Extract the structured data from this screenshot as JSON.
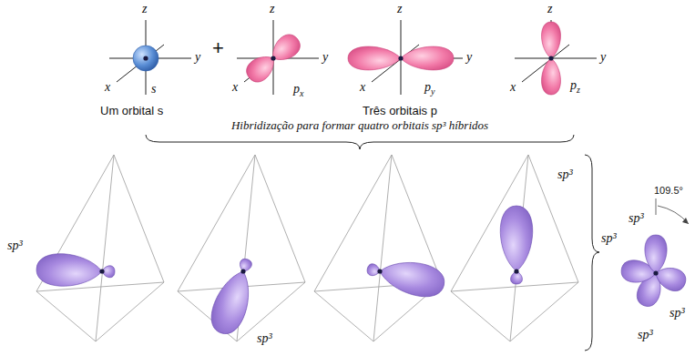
{
  "diagram": {
    "labels": [
      "z",
      "y",
      "x",
      "s",
      "+",
      "z",
      "y",
      "x",
      "px",
      "z",
      "y",
      "x",
      "py",
      "z",
      "y",
      "x",
      "pz",
      "Um orbital s",
      "Três orbitais p",
      "Hibridização para formar quatro orbitais sp³ híbridos",
      "sp³",
      "sp³",
      "sp³",
      "sp³",
      "109.5°",
      "sp³",
      "sp³",
      "sp³"
    ]
  }
}
